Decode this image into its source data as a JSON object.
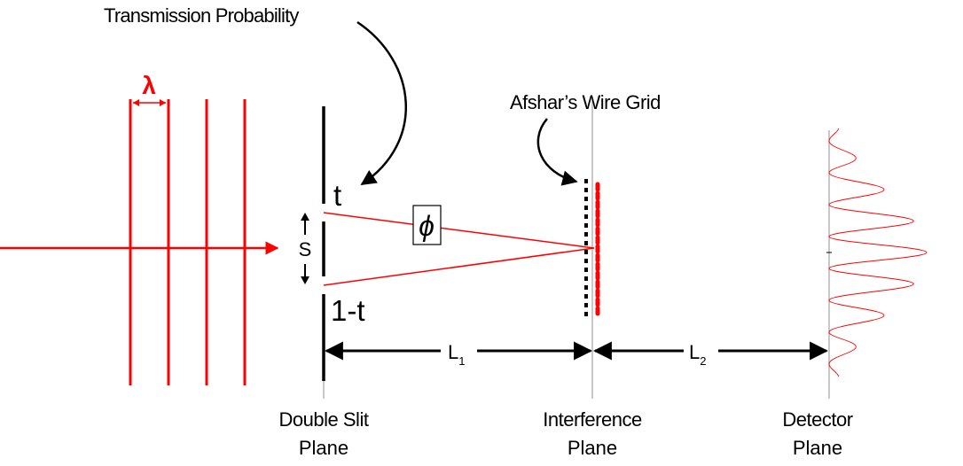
{
  "labels": {
    "transmission_probability": "Transmission Probability",
    "lambda": "λ",
    "wire_grid": "Afshar’s Wire Grid",
    "t": "t",
    "one_minus_t": "1-t",
    "s": "S",
    "phi": "ϕ",
    "l1": "L",
    "l1_sub": "1",
    "l2": "L",
    "l2_sub": "2",
    "double_slit_line1": "Double Slit",
    "double_slit_line2": "Plane",
    "interference_line1": "Interference",
    "interference_line2": "Plane",
    "detector_line1": "Detector",
    "detector_line2": "Plane"
  },
  "colors": {
    "beam": "#ff0000",
    "structure": "#000000",
    "plane_line": "#aaaaaa",
    "background": "#ffffff"
  }
}
